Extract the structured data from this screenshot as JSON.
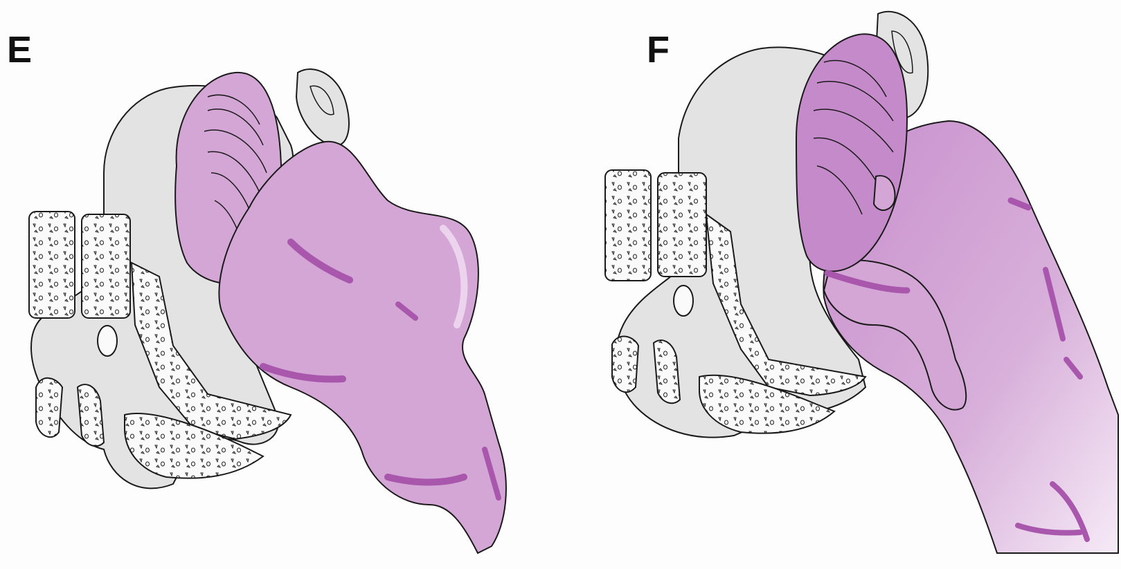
{
  "figure": {
    "panels": [
      {
        "id": "E",
        "label": "E"
      },
      {
        "id": "F",
        "label": "F"
      }
    ]
  },
  "colors": {
    "skin": "#d4a6d6",
    "skin_shadow": "#a857ad",
    "skin_highlight": "#ecd3ee",
    "bone": "#fafafa",
    "pelvis": "#e2e3e2",
    "outline": "#1a1a1a"
  }
}
